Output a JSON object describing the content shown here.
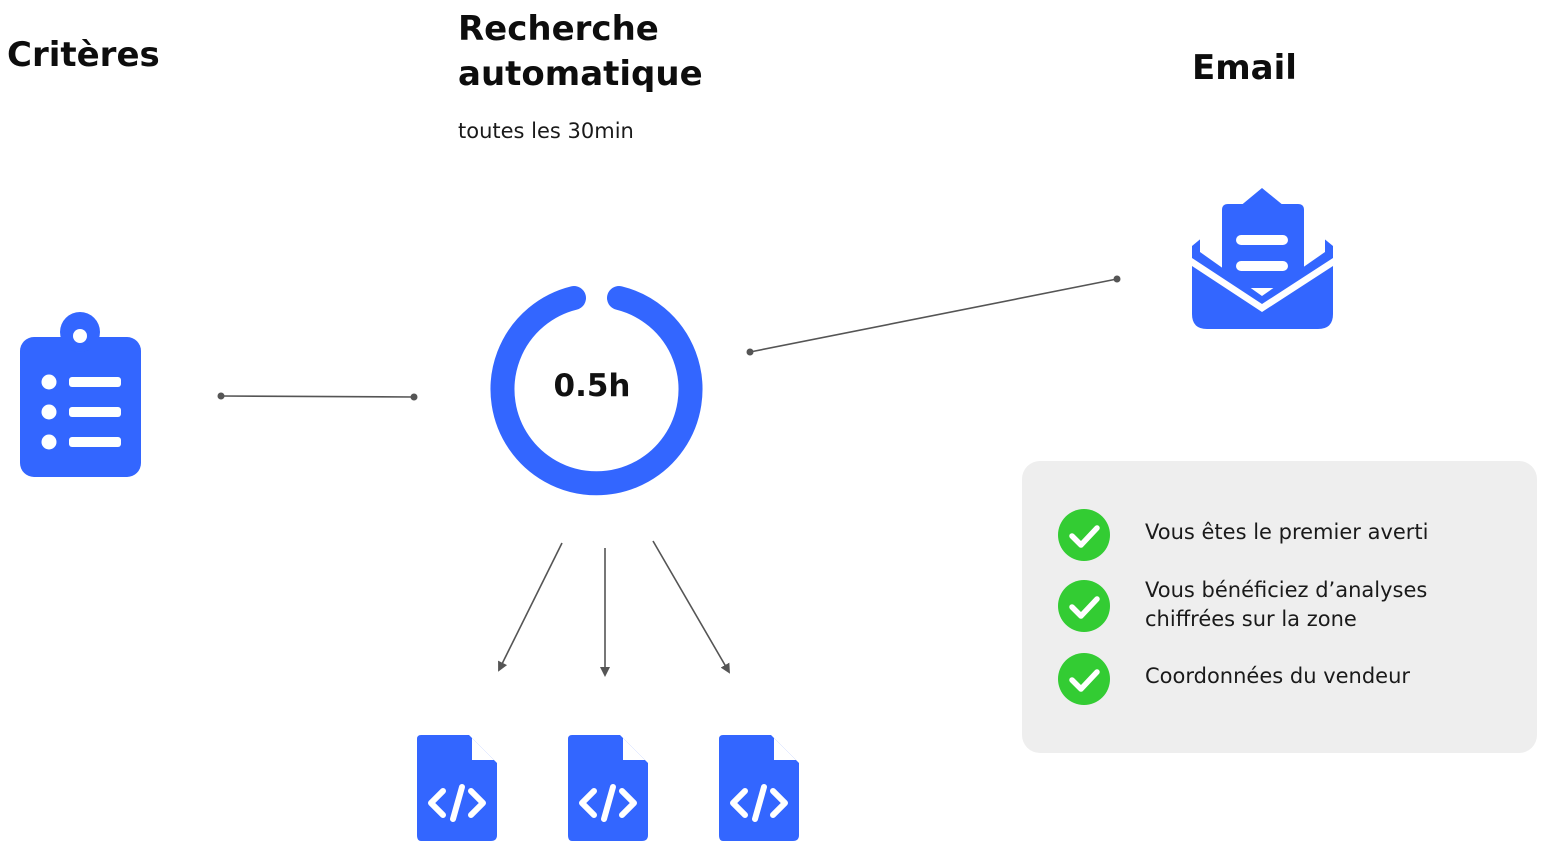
{
  "titles": {
    "criteres": "Critères",
    "recherche": "Recherche automatique",
    "email": "Email"
  },
  "subtitle": "toutes les 30min",
  "timer": {
    "label": "0.5h"
  },
  "benefits": [
    "Vous êtes le premier averti",
    "Vous bénéficiez d’analyses chiffrées sur la zone",
    "Coordonnées du vendeur"
  ],
  "icons": {
    "criteria": "clipboard-list-icon",
    "email": "open-envelope-icon",
    "results": "code-file-icon",
    "check": "check-circle-icon"
  },
  "colors": {
    "accent_blue": "#3366ff",
    "check_green": "#33cc33",
    "panel_gray": "#eeeeee",
    "connector": "#555555"
  }
}
